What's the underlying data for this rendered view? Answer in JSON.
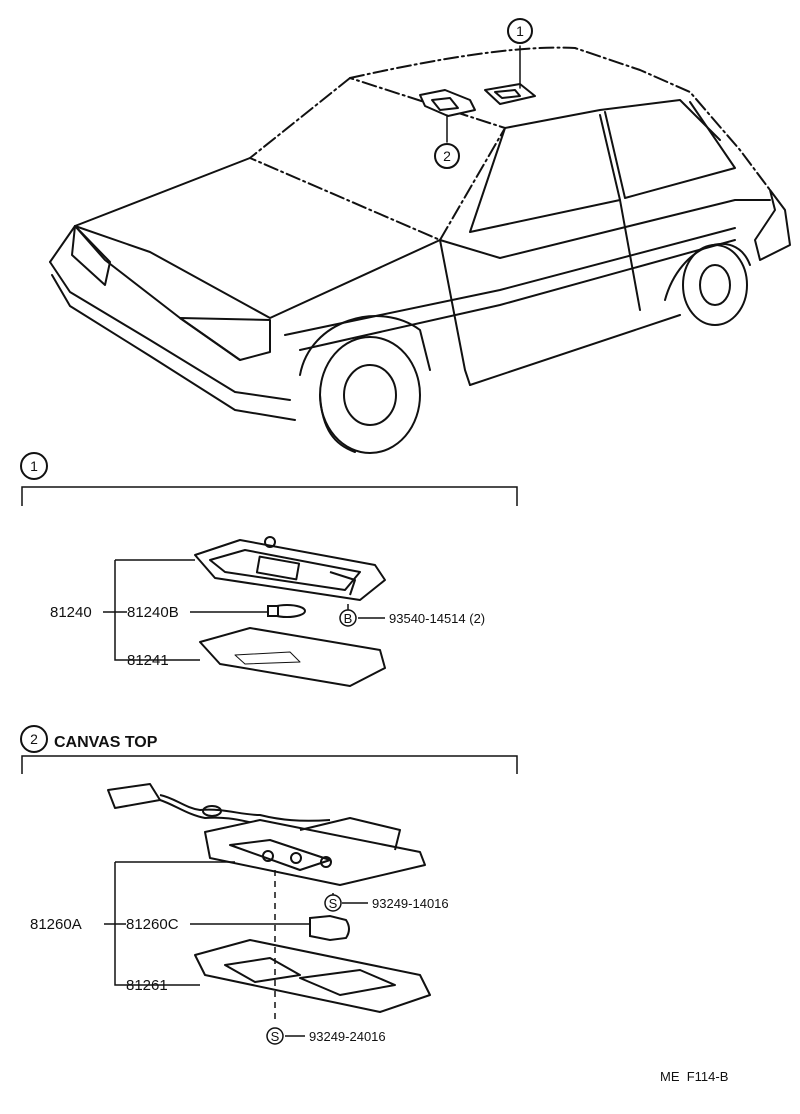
{
  "callouts": {
    "one": "1",
    "two": "2"
  },
  "section1": {
    "marker": "1",
    "parts": {
      "assembly": "81240",
      "bulb": "81240B",
      "lens": "81241",
      "screw": "93540-14514 (2)",
      "screw_code": "B"
    }
  },
  "section2": {
    "marker": "2",
    "title": "CANVAS TOP",
    "parts": {
      "assembly": "81260A",
      "bulb": "81260C",
      "lens": "81261",
      "screw_upper": "93249-14016",
      "screw_lower": "93249-24016",
      "screw_code": "S"
    }
  },
  "footer": {
    "code": "ME  F114-B"
  }
}
